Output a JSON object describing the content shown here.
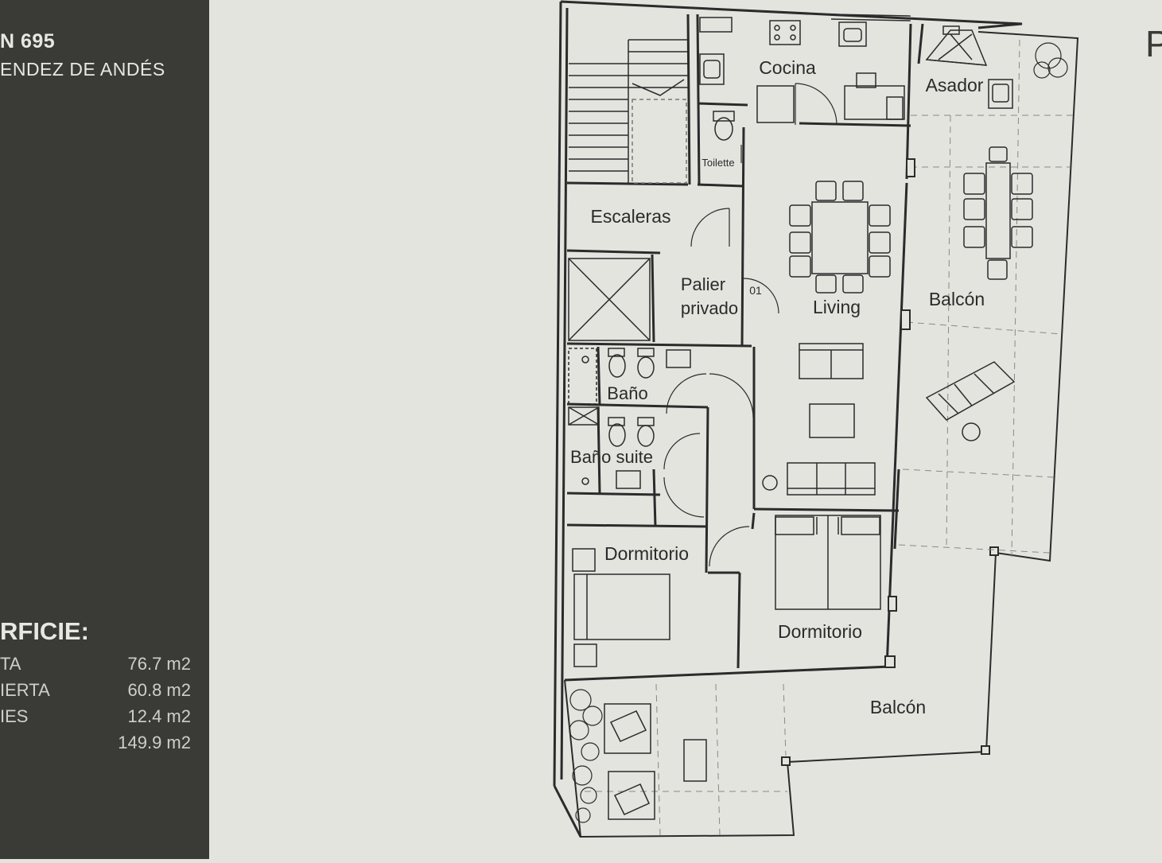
{
  "sidebar": {
    "address_title": "N 695",
    "address_sub": "ENDEZ DE ANDÉS",
    "surface_title": "RFICIE:",
    "surface_rows": [
      {
        "label": "TA",
        "value": "76.7 m2"
      },
      {
        "label": "IERTA",
        "value": "60.8 m2"
      },
      {
        "label": "IES",
        "value": "12.4 m2"
      },
      {
        "label": "",
        "value": "149.9 m2"
      }
    ]
  },
  "corner_letter": "P",
  "plan": {
    "rooms": {
      "cocina": "Cocina",
      "asador": "Asador",
      "toilette": "Toilette",
      "escaleras": "Escaleras",
      "palier_1": "Palier",
      "palier_2": "privado",
      "unit_number": "01",
      "living": "Living",
      "balcon_right": "Balcón",
      "bano": "Baño",
      "bano_suite": "Baño suite",
      "dormitorio_left": "Dormitorio",
      "dormitorio_center": "Dormitorio",
      "balcon_bottom": "Balcón"
    }
  },
  "colors": {
    "sidebar_bg": "#3a3b37",
    "page_bg": "#e3e4de",
    "wall": "#2b2b2b"
  }
}
